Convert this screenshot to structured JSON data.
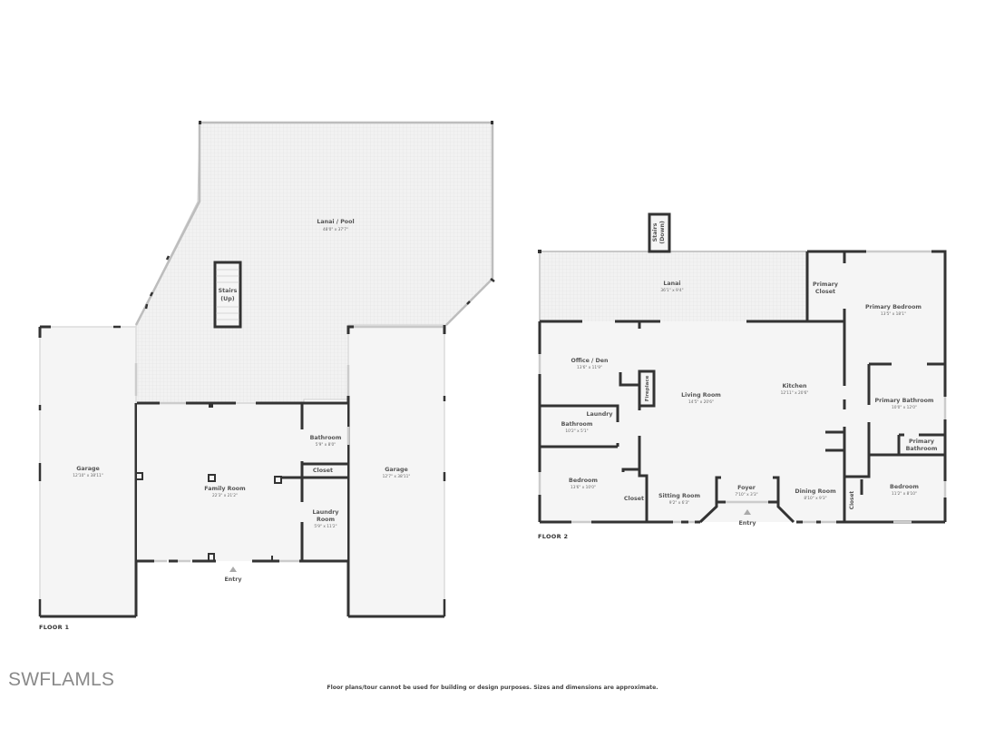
{
  "watermark": "SWFLAMLS",
  "disclaimer": "Floor plans/tour cannot be used for building or design purposes. Sizes and dimensions are approximate.",
  "colors": {
    "wall": "#333333",
    "room_fill": "#f5f5f5",
    "outdoor_fill": "#efefef",
    "window": "#d6d6d6",
    "label": "#555555"
  },
  "floor1": {
    "label": "FLOOR 1",
    "rooms": [
      {
        "name": "Lanai / Pool",
        "dims": "48'0\" x 37'7\""
      },
      {
        "name_line1": "Stairs",
        "name_line2": "(Up)"
      },
      {
        "name": "Garage",
        "dims": "12'10\" x 38'11\""
      },
      {
        "name": "Family Room",
        "dims": "22'3\" x 21'2\""
      },
      {
        "name": "Bathroom",
        "dims": "5'9\" x 8'0\""
      },
      {
        "name": "Closet"
      },
      {
        "name_line1": "Laundry",
        "name_line2": "Room",
        "dims": "5'9\" x 11'2\""
      },
      {
        "name": "Garage",
        "dims": "12'7\" x 38'11\""
      }
    ],
    "entry": "Entry"
  },
  "floor2": {
    "label": "FLOOR 2",
    "rooms": [
      {
        "name_line1": "Stairs",
        "name_line2": "(Down)"
      },
      {
        "name": "Lanai",
        "dims": "36'1\" x 9'4\""
      },
      {
        "name_line1": "Primary",
        "name_line2": "Closet"
      },
      {
        "name": "Primary Bedroom",
        "dims": "13'5\" x 18'1\""
      },
      {
        "name": "Office / Den",
        "dims": "13'6\" x 11'9\""
      },
      {
        "name": "Fireplace"
      },
      {
        "name": "Living Room",
        "dims": "14'5\" x 20'6\""
      },
      {
        "name": "Kitchen",
        "dims": "12'11\" x 20'6\""
      },
      {
        "name": "Primary Bathroom",
        "dims": "10'0\" x 12'0\""
      },
      {
        "name": "Laundry"
      },
      {
        "name": "Bathroom",
        "dims": "10'2\" x 5'1\""
      },
      {
        "name_line1": "Primary",
        "name_line2": "Bathroom"
      },
      {
        "name": "Bedroom",
        "dims": "13'6\" x 10'0\""
      },
      {
        "name": "Closet"
      },
      {
        "name": "Sitting Room",
        "dims": "9'2\" x 6'3\""
      },
      {
        "name": "Foyer",
        "dims": "7'10\" x 3'3\""
      },
      {
        "name": "Dining Room",
        "dims": "8'10\" x 9'3\""
      },
      {
        "name": "Closet"
      },
      {
        "name": "Bedroom",
        "dims": "11'2\" x 8'10\""
      }
    ],
    "entry": "Entry"
  }
}
